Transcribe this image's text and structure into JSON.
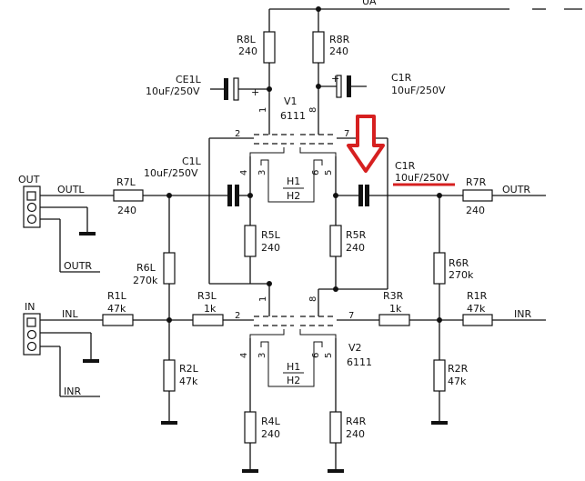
{
  "supply": {
    "label": "UA"
  },
  "components": {
    "R8L": {
      "ref": "R8L",
      "value": "240"
    },
    "R8R": {
      "ref": "R8R",
      "value": "240"
    },
    "CE1L": {
      "ref": "CE1L",
      "value": "10uF/250V"
    },
    "C1R_top": {
      "ref": "C1R",
      "value": "10uF/250V"
    },
    "V1": {
      "ref": "V1",
      "value": "6111"
    },
    "C1L": {
      "ref": "C1L",
      "value": "10uF/250V"
    },
    "C1R_highlight": {
      "ref": "C1R",
      "value": "10uF/250V"
    },
    "R7L": {
      "ref": "R7L",
      "value": "240"
    },
    "R7R": {
      "ref": "R7R",
      "value": "240"
    },
    "R5L": {
      "ref": "R5L",
      "value": "240"
    },
    "R5R": {
      "ref": "R5R",
      "value": "240"
    },
    "R6L": {
      "ref": "R6L",
      "value": "270k"
    },
    "R6R": {
      "ref": "R6R",
      "value": "270k"
    },
    "R1L": {
      "ref": "R1L",
      "value": "47k"
    },
    "R1R": {
      "ref": "R1R",
      "value": "47k"
    },
    "R3L": {
      "ref": "R3L",
      "value": "1k"
    },
    "R3R": {
      "ref": "R3R",
      "value": "1k"
    },
    "R2L": {
      "ref": "R2L",
      "value": "47k"
    },
    "R2R": {
      "ref": "R2R",
      "value": "47k"
    },
    "V2": {
      "ref": "V2",
      "value": "6111"
    },
    "R4L": {
      "ref": "R4L",
      "value": "240"
    },
    "R4R": {
      "ref": "R4R",
      "value": "240"
    }
  },
  "heaters": {
    "v1": {
      "h1": "H1",
      "h2": "H2"
    },
    "v2": {
      "h1": "H1",
      "h2": "H2"
    }
  },
  "pins": {
    "v1": {
      "p1": "1",
      "p2": "2",
      "p3": "3",
      "p4": "4",
      "p5": "5",
      "p6": "6",
      "p7": "7",
      "p8": "8"
    },
    "v2": {
      "p1": "1",
      "p2": "2",
      "p3": "3",
      "p4": "4",
      "p5": "5",
      "p6": "6",
      "p7": "7",
      "p8": "8"
    }
  },
  "nets": {
    "out": "OUT",
    "outl": "OUTL",
    "outr_left": "OUTR",
    "outr_right": "OUTR",
    "in": "IN",
    "inl": "INL",
    "inr_left": "INR",
    "inr_right": "INR"
  },
  "polarity": {
    "plus": "+"
  },
  "colors": {
    "ink": "#111111",
    "highlight": "#d62020"
  }
}
